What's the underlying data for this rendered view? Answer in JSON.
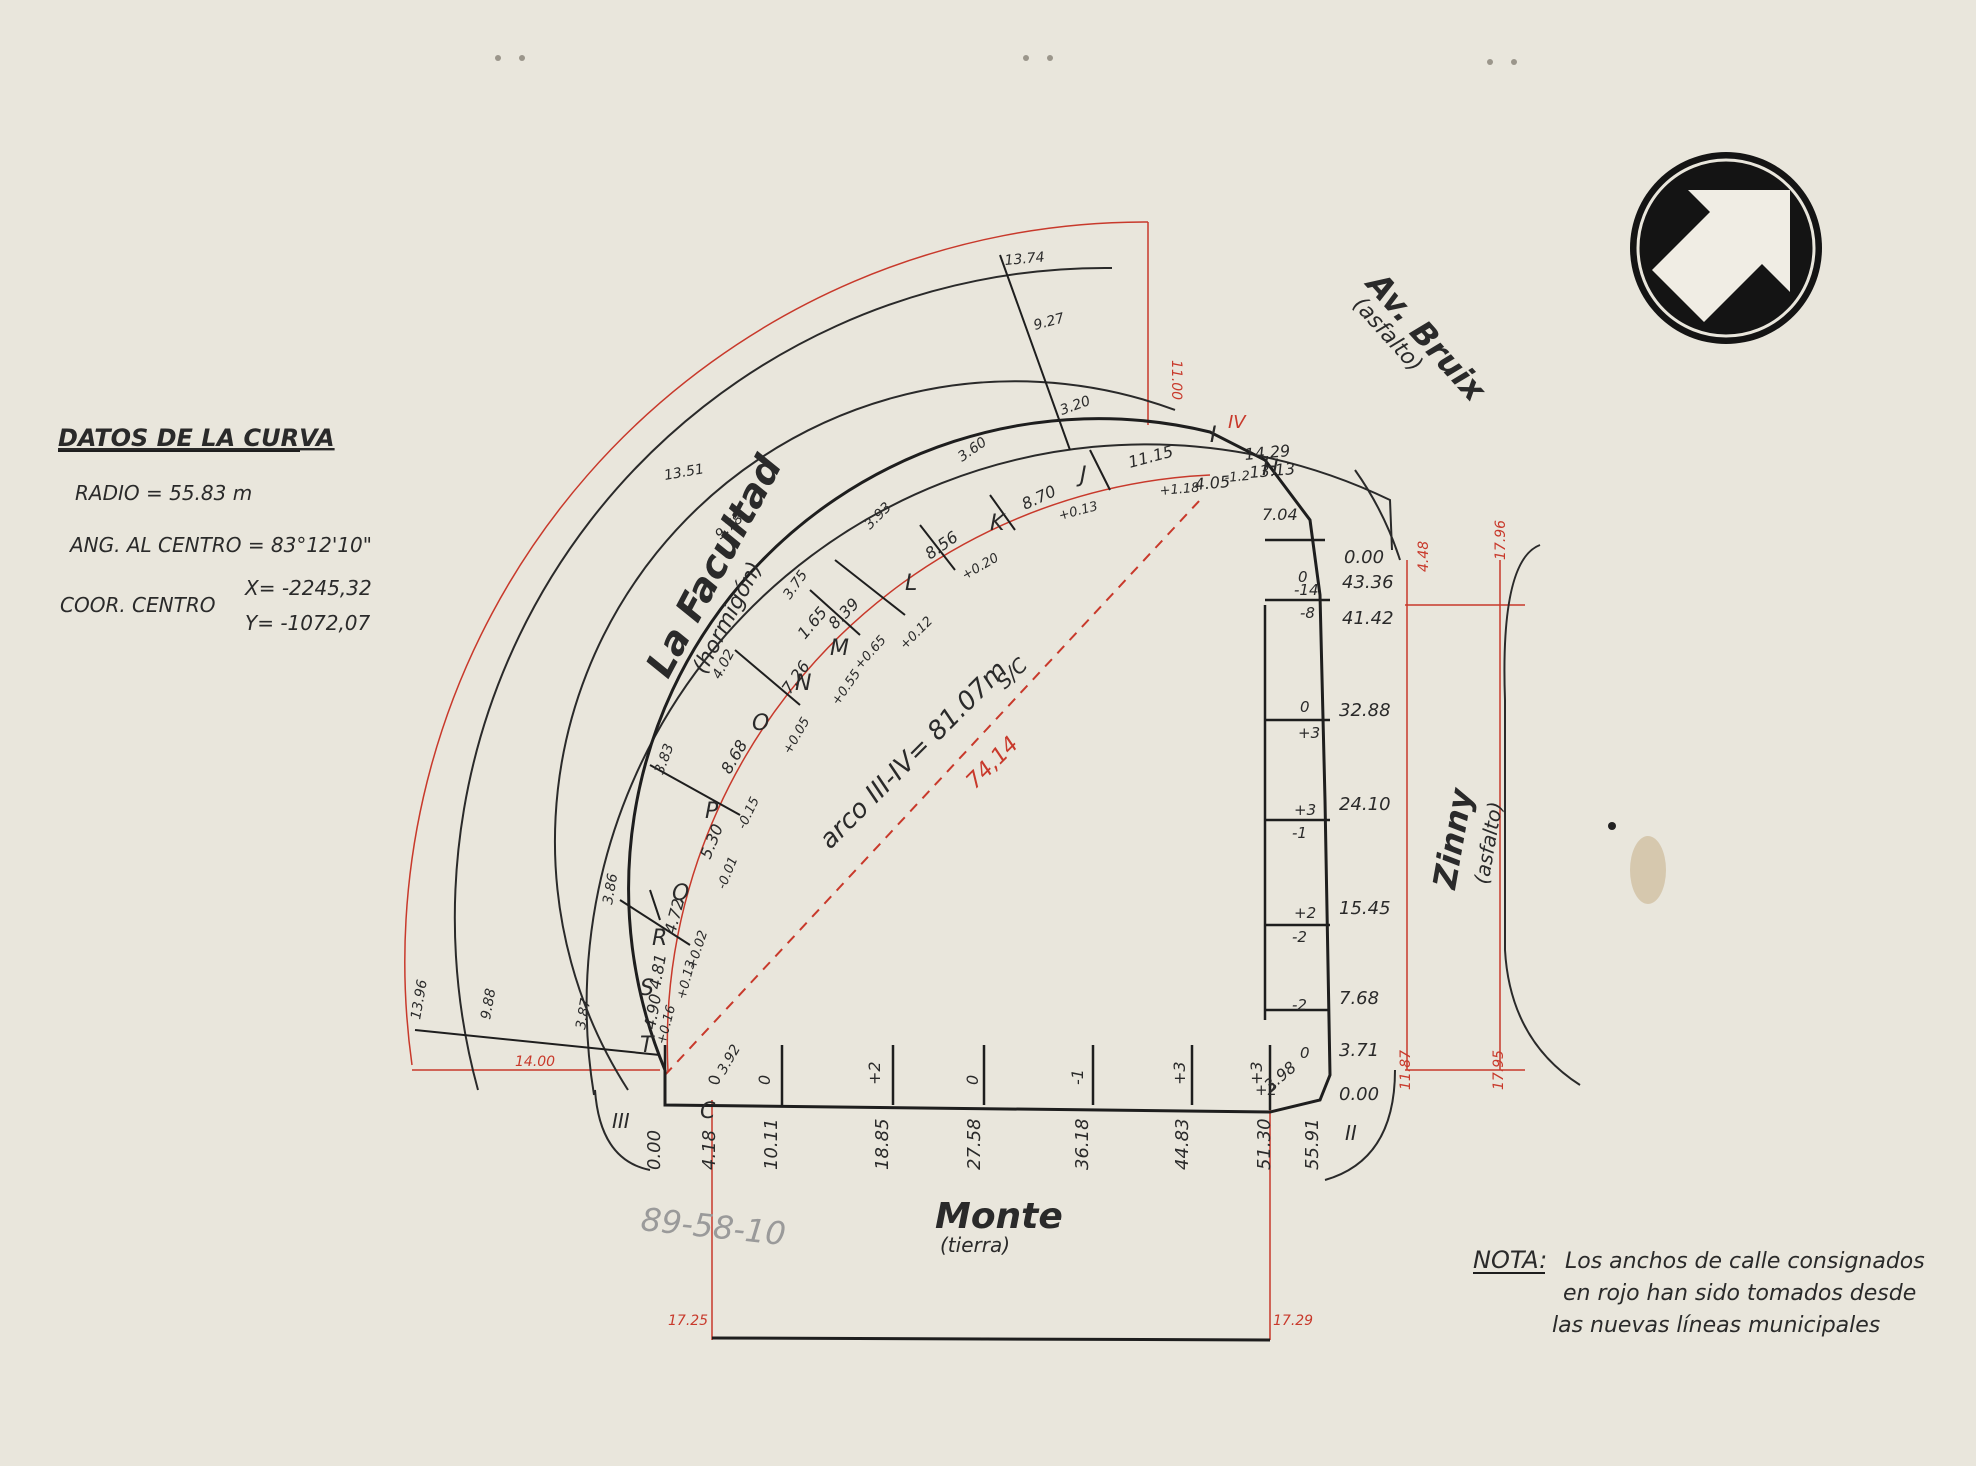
{
  "curve_data": {
    "title": "DATOS DE LA CURVA",
    "radio": "RADIO = 55.83 m",
    "angulo": "ANG. AL CENTRO = 83°12'10\"",
    "coor_label": "COOR. CENTRO",
    "coor_x": "X= -2245,32",
    "coor_y": "Y= -1072,07"
  },
  "streets": {
    "facultad": "La Facultad",
    "facultad_sub": "(hormigón)",
    "bruix": "Av. Bruix",
    "bruix_sub": "(asfalto)",
    "zinny": "Zinny",
    "zinny_sub": "(asfalto)",
    "monte": "Monte",
    "monte_sub": "(tierra)"
  },
  "arc_label": "arco III-IV= 81.07m",
  "arc_sc": "S/C",
  "chord": "74,14",
  "vertices": {
    "iii": "III",
    "ii": "II",
    "iv": "IV",
    "i": "I"
  },
  "point_letters": [
    "T",
    "S",
    "R",
    "Q",
    "P",
    "O",
    "N",
    "M",
    "L",
    "K",
    "J",
    "I",
    "H",
    "C"
  ],
  "bottom_stations": [
    "0.00",
    "4.18",
    "10.11",
    "18.85",
    "27.58",
    "36.18",
    "44.83",
    "51.30",
    "55.91"
  ],
  "bottom_levels": [
    "0",
    "0",
    "+2",
    "0",
    "-1",
    "+3",
    "+3"
  ],
  "right_stations": [
    "0.00",
    "43.36",
    "41.42",
    "32.88",
    "24.10",
    "15.45",
    "7.68",
    "3.71",
    "0.00"
  ],
  "right_levels": [
    "0",
    "-14",
    "-8",
    "0",
    "+3",
    "+3",
    "-1",
    "+2",
    "-2",
    "-2",
    "0",
    "+2"
  ],
  "arc_lengths": [
    "4.90",
    "4.81",
    "4.72",
    "5.30",
    "8.68",
    "7.26",
    "1.65",
    "8.39",
    "8.56",
    "8.70",
    "11.15",
    "14.29",
    "13.13",
    "4.05",
    "7.04",
    "3.98"
  ],
  "arc_levels": [
    "+0.16",
    "+0.13",
    "+0.02",
    "-0.01",
    "-0.15",
    "+0.05",
    "+0.55",
    "+0.65",
    "+0.12",
    "+0.20",
    "+0.13",
    "+1.18",
    "-1.2"
  ],
  "radial_offsets": [
    "13.96",
    "9.88",
    "3.87",
    "3.86",
    "3.83",
    "4.02",
    "3.75",
    "3.93",
    "3.60",
    "3.20",
    "9.27",
    "13.74",
    "13.51",
    "9.78",
    "3.92"
  ],
  "red_widths": [
    "14.00",
    "11.00",
    "4.48",
    "17.96",
    "11.87",
    "17.95",
    "17.25",
    "17.29"
  ],
  "stamp": "89-58-10",
  "nota_label": "NOTA:",
  "nota_lines": [
    "Los anchos de calle consignados",
    "en rojo han sido tomados desde",
    "las nuevas líneas municipales"
  ],
  "colors": {
    "paper": "#e9e6dc",
    "ink": "#2a2a2a",
    "red": "#c8392b"
  },
  "icons": {
    "north": "north-arrow-icon"
  }
}
